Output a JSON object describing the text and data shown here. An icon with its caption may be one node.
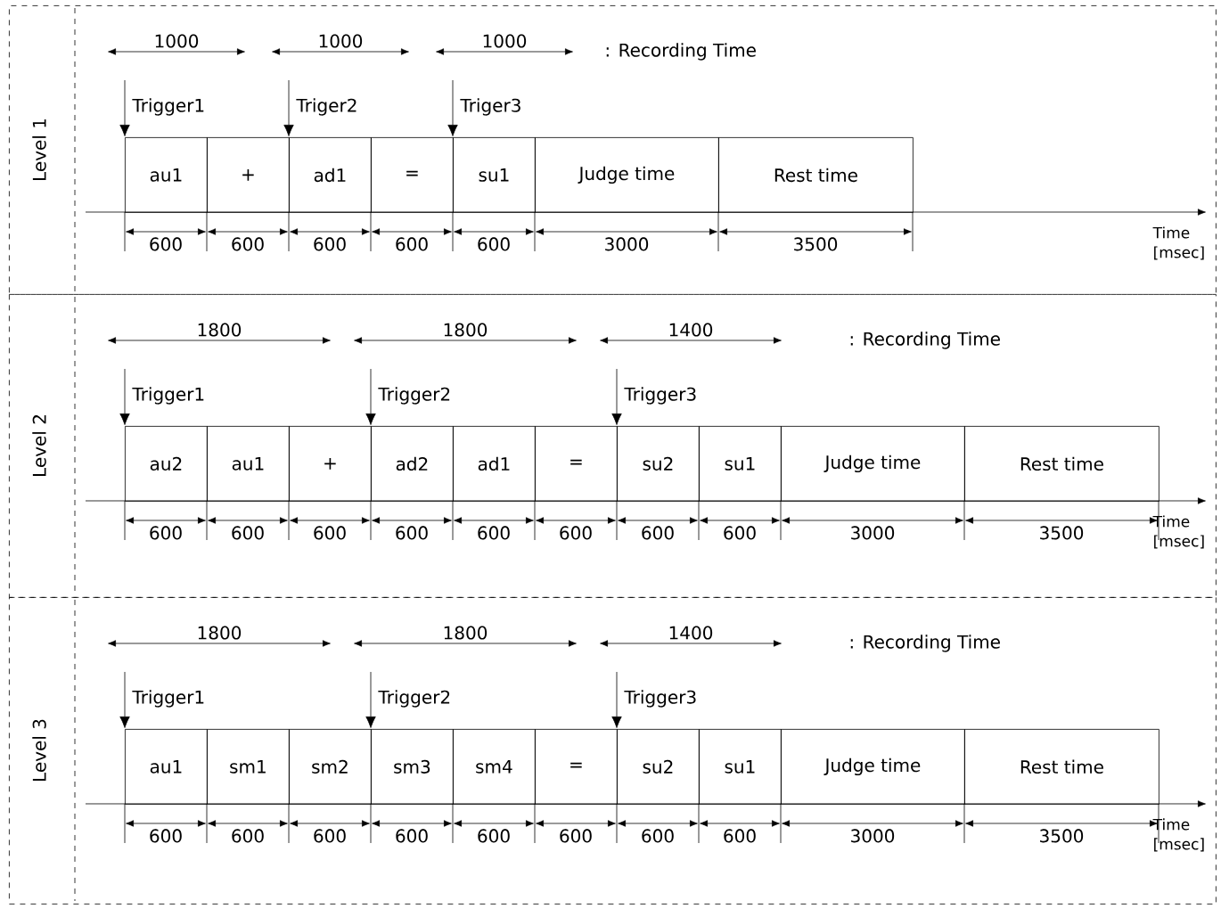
{
  "diagram": {
    "nodes": [
      {
        "text": [
          "Level 1"
        ]
      },
      {
        "text": [
          "au1"
        ],
        "in": 0
      },
      {
        "text": [
          "+"
        ],
        "in": 0
      },
      {
        "text": [
          "ad1"
        ],
        "in": 0
      },
      {
        "text": [
          "="
        ],
        "in": 0
      },
      {
        "text": [
          "su1"
        ],
        "in": 0
      },
      {
        "text": [
          "Judge time"
        ],
        "in": 0
      },
      {
        "text": [
          "Rest time"
        ],
        "in": 0
      },
      {
        "text": [
          "Level 2"
        ]
      },
      {
        "text": [
          "au2"
        ],
        "in": 8
      },
      {
        "text": [
          "au1"
        ],
        "in": 8
      },
      {
        "text": [
          "+"
        ],
        "in": 8
      },
      {
        "text": [
          "ad2"
        ],
        "in": 8
      },
      {
        "text": [
          "ad1"
        ],
        "in": 8
      },
      {
        "text": [
          "="
        ],
        "in": 8
      },
      {
        "text": [
          "su2"
        ],
        "in": 8
      },
      {
        "text": [
          "su1"
        ],
        "in": 8
      },
      {
        "text": [
          "Judge time"
        ],
        "in": 8
      },
      {
        "text": [
          "Rest time"
        ],
        "in": 8
      },
      {
        "text": [
          "Level 3"
        ]
      },
      {
        "text": [
          "au1"
        ],
        "in": 19
      },
      {
        "text": [
          "sm1"
        ],
        "in": 19
      },
      {
        "text": [
          "sm2"
        ],
        "in": 19
      },
      {
        "text": [
          "sm3"
        ],
        "in": 19
      },
      {
        "text": [
          "sm4"
        ],
        "in": 19
      },
      {
        "text": [
          "="
        ],
        "in": 19
      },
      {
        "text": [
          "su2"
        ],
        "in": 19
      },
      {
        "text": [
          "su1"
        ],
        "in": 19
      },
      {
        "text": [
          "Judge time"
        ],
        "in": 19
      },
      {
        "text": [
          "Rest time"
        ],
        "in": 19
      }
    ],
    "edges": [
      {
        "from": null,
        "to": 1,
        "arrow": "to",
        "label": "Trigger1"
      },
      {
        "from": null,
        "to": 3,
        "arrow": "to",
        "label": "Triger2"
      },
      {
        "from": null,
        "to": 5,
        "arrow": "to",
        "label": "Triger3"
      },
      {
        "from": null,
        "to": 9,
        "arrow": "to",
        "label": "Trigger1"
      },
      {
        "from": null,
        "to": 12,
        "arrow": "to",
        "label": "Trigger2"
      },
      {
        "from": null,
        "to": 15,
        "arrow": "to",
        "label": "Trigger3"
      },
      {
        "from": null,
        "to": 20,
        "arrow": "to",
        "label": "Trigger1"
      },
      {
        "from": null,
        "to": 23,
        "arrow": "to",
        "label": "Trigger2"
      },
      {
        "from": null,
        "to": 26,
        "arrow": "to",
        "label": "Trigger3"
      }
    ],
    "labels": [
      "1000",
      "1000",
      "1000",
      ": Recording Time",
      "600",
      "600",
      "600",
      "600",
      "600",
      "3000",
      "3500",
      "Time [msec]",
      "1800",
      "1800",
      "1400",
      ": Recording Time",
      "600",
      "600",
      "600",
      "600",
      "600",
      "600",
      "600",
      "600",
      "3000",
      "3500",
      "Time [msec]",
      "1800",
      "1800",
      "1400",
      ": Recording Time",
      "600",
      "600",
      "600",
      "600",
      "600",
      "600",
      "600",
      "600",
      "3000",
      "3500",
      "Time [msec]"
    ]
  }
}
